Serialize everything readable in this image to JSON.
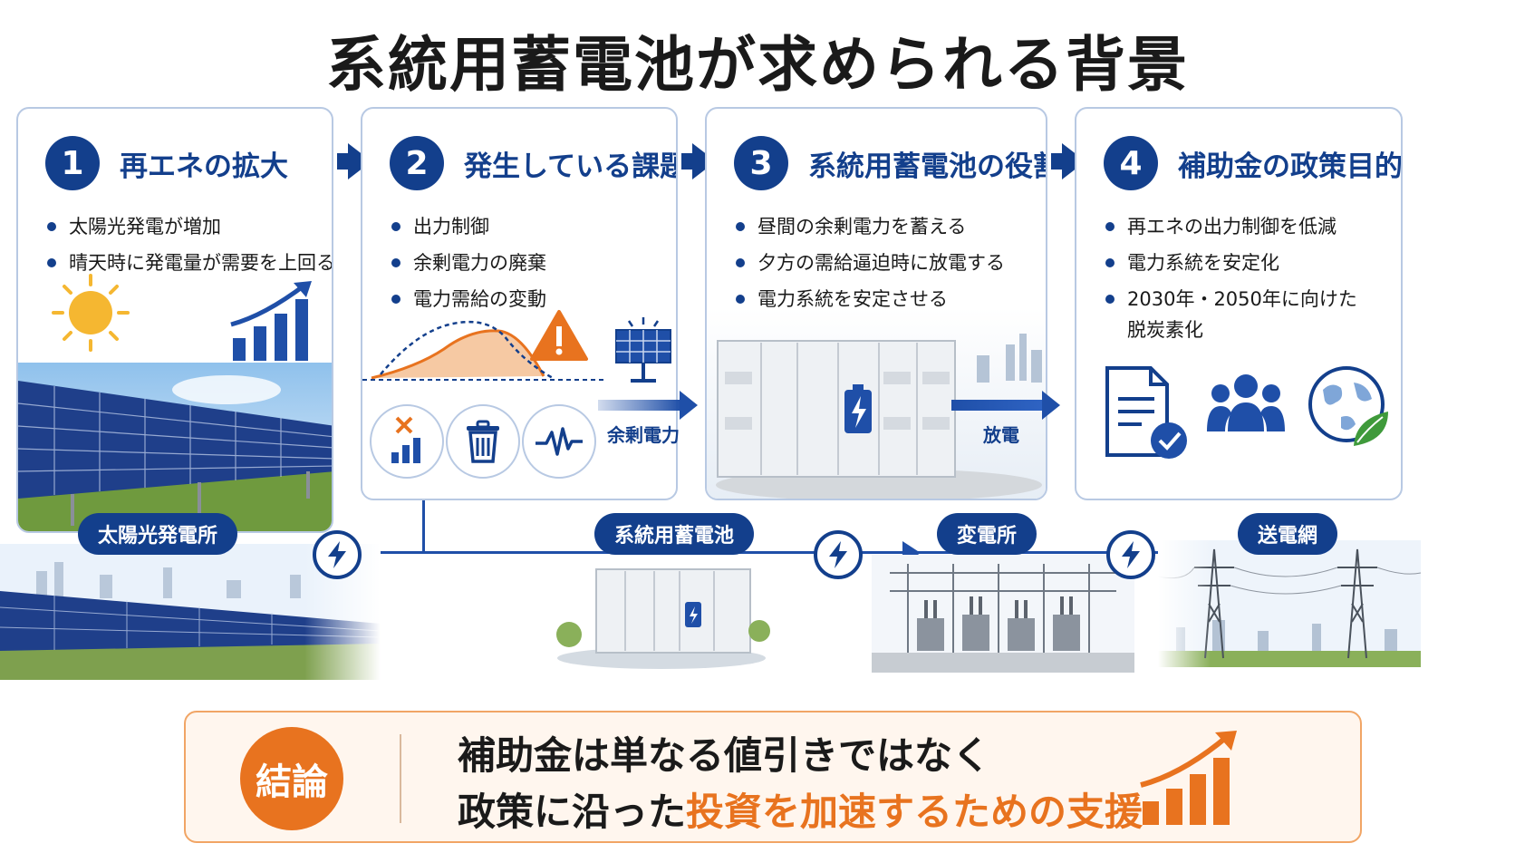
{
  "title": "系統用蓄電池が求められる背景",
  "cards": [
    {
      "number": "1",
      "title": "再エネの拡大",
      "bullets": [
        "太陽光発電が増加",
        "晴天時に発電量が需要を上回る"
      ]
    },
    {
      "number": "2",
      "title": "発生している課題",
      "bullets": [
        "出力制御",
        "余剰電力の廃棄",
        "電力需給の変動"
      ]
    },
    {
      "number": "3",
      "title": "系統用蓄電池の役割",
      "bullets": [
        "昼間の余剰電力を蓄える",
        "夕方の需給逼迫時に放電する",
        "電力系統を安定させる"
      ]
    },
    {
      "number": "4",
      "title": "補助金の政策目的",
      "bullets": [
        "再エネの出力制御を低減",
        "電力系統を安定化",
        "2030年・2050年に向けた脱炭素化"
      ]
    }
  ],
  "flow_labels": {
    "surplus": "余剰電力",
    "discharge": "放電"
  },
  "grid_chain": [
    "太陽光発電所",
    "系統用蓄電池",
    "変電所",
    "送電網"
  ],
  "conclusion": {
    "badge": "結論",
    "line1": "補助金は単なる値引きではなく",
    "line2_plain": "政策に沿った",
    "line2_highlight": "投資を加速するための支援"
  },
  "colors": {
    "navy": "#133f8c",
    "orange": "#e8731f",
    "card_border": "#b8c9e3"
  },
  "icons": [
    "sun-icon",
    "growth-chart-icon",
    "warning-icon",
    "cancel-chart-icon",
    "trash-icon",
    "fluctuation-icon",
    "solar-panel-icon",
    "battery-icon",
    "document-check-icon",
    "people-icon",
    "globe-leaf-icon",
    "lightning-icon"
  ]
}
